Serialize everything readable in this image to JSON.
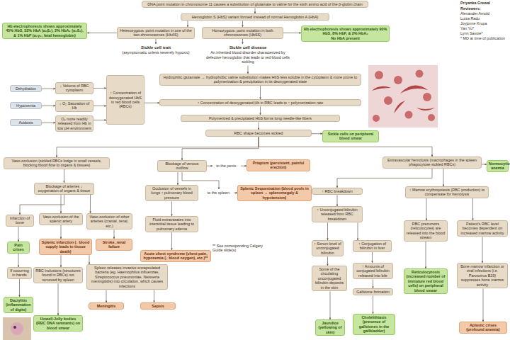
{
  "diagram": {
    "nodes": [
      {
        "text": [
          "DNA point mutation in chromosome 11 causes a substitution of glutamate to valine for the sixth amino acid of the β-globin chain"
        ]
      },
      {
        "text": [
          "Hemoglobin S (HbS) variant formed instead of normal Hemoglobin A (HbA)"
        ]
      },
      {
        "text": [
          "Hb electrophoresis shows approximately 45% HbS, 52% HbA (α₂β₂), 2% HbA₂ (α₂δ₂), & 1% HbF (α₂γ₂; fetal hemoglobin)"
        ]
      },
      {
        "text": [
          "Heterozygous: point mutation in one of the two chromosomes (HbAS)"
        ]
      },
      {
        "text": [
          "Homozygous: point mutation in both chromosomes (HbSS)"
        ]
      },
      {
        "text": [
          "Hb electrophoresis shows approximately 90% HbS, 8% HbF, & 2% HbA₂",
          "No HbA present"
        ]
      },
      {
        "text": [
          "Sickle cell trait",
          "(asymptomatic unless severely hypoxic)"
        ]
      },
      {
        "text": [
          "Sickle cell disease",
          "An inherited blood disorder characterized by defective hemoglobin that leads to red blood cells sickling"
        ]
      },
      {
        "text": [
          "Dehydration"
        ]
      },
      {
        "text": [
          "↓ Volume of RBC cytoplasm"
        ]
      },
      {
        "text": [
          "Hypoxemia"
        ]
      },
      {
        "text": [
          "↓ O₂ Saturation of Hb"
        ]
      },
      {
        "text": [
          "Acidosis"
        ]
      },
      {
        "text": [
          "O₂ more readily released from Hb in low pH environment"
        ]
      },
      {
        "text": [
          "↑ Concentration of deoxygenated HbS in red blood cells (RBCs)"
        ]
      },
      {
        "text": [
          "Hydrophilic glutamate → hydrophobic valine substitution makes HbS less soluble in the cytoplasm & more prone to polymerization & precipitation in its deoxygenated state"
        ]
      },
      {
        "text": [
          "↑ Concentration of deoxygenated Hb in RBC leads to ↑ polymerization rate"
        ]
      },
      {
        "text": [
          "Polymerized & precipitated HbS forms long needle-like fibers"
        ]
      },
      {
        "text": [
          "RBC shape becomes sickled"
        ]
      },
      {
        "text": [
          "Sickle cells on peripheral blood smear"
        ]
      },
      {
        "text": [
          "Vaso-occlusion (sickled RBCs lodge in small vessels, blocking blood flow to organs & tissues)"
        ]
      },
      {
        "text": [
          "Blockage of venous outflow"
        ]
      },
      {
        "text": [
          "to the penis:"
        ]
      },
      {
        "text": [
          "Priapism (persistent, painful erection)"
        ]
      },
      {
        "text": [
          "Extravascular hemolysis (macrophages in the spleen phagocytose sickled RBCs)"
        ]
      },
      {
        "text": [
          "Normocytic anemia"
        ]
      },
      {
        "text": [
          "Blockage of arteries ↓ oxygenation of organs & tissue"
        ]
      },
      {
        "text": [
          "Occlusion of vessels in lungs ↑ pulmonary blood pressure"
        ]
      },
      {
        "text": [
          "to the spleen:"
        ]
      },
      {
        "text": [
          "Splenic Sequestration (blood pools in spleen → splenomegaly & hypotension)"
        ]
      },
      {
        "text": [
          "↑ RBC breakdown"
        ]
      },
      {
        "text": [
          "↑ Marrow erythropoiesis (RBC production) to compensate for hemolysis"
        ]
      },
      {
        "text": [
          "Infarction of bone"
        ]
      },
      {
        "text": [
          "Vaso-occlusion of the splenic artery"
        ]
      },
      {
        "text": [
          "Vaso-occlusion of other arteries (cranial, renal, etc.)"
        ]
      },
      {
        "text": [
          "Fluid extravasates into interstitial tissue leading to pulmonary edema"
        ]
      },
      {
        "text": [
          "↑ Unconjugated bilirubin released from RBC breakdown"
        ]
      },
      {
        "text": [
          "RBC precursors (reticulocytes) are released into the blood stream"
        ]
      },
      {
        "text": [
          "Patient's RBC level becomes dependent on increased marrow activity"
        ]
      },
      {
        "text": [
          "Pain crises"
        ]
      },
      {
        "text": [
          "Splenic infarction (↓ blood supply leads to tissue death)"
        ]
      },
      {
        "text": [
          "Stroke, renal failure"
        ]
      },
      {
        "text": [
          "Acute chest syndrome (chest pain, hypoxemia (↓ blood oxygen), etc.)**"
        ]
      },
      {
        "text": [
          "↑ Serum level of unconjugated bilirubin"
        ]
      },
      {
        "text": [
          "↑ Conjugation of bilirubin in liver"
        ]
      },
      {
        "text": [
          "If occurring in hands"
        ]
      },
      {
        "text": [
          "RBC inclusions (structures found in RBCs) not removed by spleen"
        ]
      },
      {
        "text": [
          "Spleen releases invasive encapsulated bacteria (eg. Haemophilus influenzae, Streptococcus pneumoniae, Neisseria meningitidis) into circulation, which causes infections"
        ]
      },
      {
        "text": [
          "Some of the circulating unconjugated bilirubin deposits in the skin"
        ]
      },
      {
        "text": [
          "↑ Amounts of conjugated bilirubin released into bile"
        ]
      },
      {
        "text": [
          "Reticulocytosis (increased number of immature red blood cells) on peripheral blood smear"
        ]
      },
      {
        "text": [
          "Bone marrow infarction or viral infections (i.e. Parvovirus B19) suppresses bone marrow activity"
        ]
      },
      {
        "text": [
          "Gallstone formation"
        ]
      },
      {
        "text": [
          "Dactylitis (inflammation of digits)"
        ]
      },
      {
        "text": [
          "Meningitis"
        ]
      },
      {
        "text": [
          "Sepsis"
        ]
      },
      {
        "text": [
          "Jaundice (yellowing of skin)"
        ]
      },
      {
        "text": [
          "Cholelithiasis (presence of gallstones in the gallbladder)"
        ]
      },
      {
        "text": [
          "Howell-Jolly bodies (RBC DNA remnants) on blood smear"
        ]
      },
      {
        "text": [
          "Aplastic crises (profound anemia)"
        ]
      }
    ],
    "edges": [
      {
        "from": 0,
        "to": 1,
        "arrow": "to"
      },
      {
        "from": 1,
        "to": 3,
        "arrow": "to"
      },
      {
        "from": 1,
        "to": 4,
        "arrow": "to"
      },
      {
        "from": 3,
        "to": 2,
        "arrow": "to"
      },
      {
        "from": 4,
        "to": 5,
        "arrow": "to"
      },
      {
        "from": 3,
        "to": 6,
        "arrow": "to"
      },
      {
        "from": 4,
        "to": 7,
        "arrow": "to"
      },
      {
        "from": 8,
        "to": 9,
        "arrow": "to"
      },
      {
        "from": 10,
        "to": 11,
        "arrow": "to"
      },
      {
        "from": 12,
        "to": 13,
        "arrow": "to"
      },
      {
        "from": 9,
        "to": 14,
        "arrow": "to"
      },
      {
        "from": 11,
        "to": 14,
        "arrow": "to"
      },
      {
        "from": 13,
        "to": 14,
        "arrow": "to"
      },
      {
        "from": 14,
        "to": 16,
        "arrow": "to"
      },
      {
        "from": 7,
        "to": 15,
        "arrow": "to"
      },
      {
        "from": 15,
        "to": 16,
        "arrow": "to"
      },
      {
        "from": 16,
        "to": 17,
        "arrow": "to"
      },
      {
        "from": 17,
        "to": 18,
        "arrow": "to"
      },
      {
        "from": 18,
        "to": 19,
        "arrow": "to"
      },
      {
        "from": 18,
        "to": 20,
        "arrow": "to"
      },
      {
        "from": 18,
        "to": 21,
        "arrow": "to"
      },
      {
        "from": 18,
        "to": 24,
        "arrow": "to"
      },
      {
        "from": 21,
        "to": 22,
        "arrow": "to"
      },
      {
        "from": 22,
        "to": 23,
        "arrow": "to"
      },
      {
        "from": 21,
        "to": 27,
        "arrow": "to"
      },
      {
        "from": 21,
        "to": 28,
        "arrow": "to"
      },
      {
        "from": 28,
        "to": 29,
        "arrow": "to"
      },
      {
        "from": 27,
        "to": 35,
        "arrow": "to"
      },
      {
        "from": 35,
        "to": 42,
        "arrow": "to"
      },
      {
        "from": 20,
        "to": 26,
        "arrow": "to"
      },
      {
        "from": 26,
        "to": 32,
        "arrow": "to"
      },
      {
        "from": 26,
        "to": 33,
        "arrow": "to"
      },
      {
        "from": 26,
        "to": 34,
        "arrow": "to"
      },
      {
        "from": 32,
        "to": 39,
        "arrow": "to"
      },
      {
        "from": 39,
        "to": 45,
        "arrow": "to"
      },
      {
        "from": 45,
        "to": 53,
        "arrow": "to"
      },
      {
        "from": 33,
        "to": 40,
        "arrow": "to"
      },
      {
        "from": 40,
        "to": 46,
        "arrow": "to"
      },
      {
        "from": 46,
        "to": 58,
        "arrow": "to"
      },
      {
        "from": 40,
        "to": 47,
        "arrow": "to"
      },
      {
        "from": 47,
        "to": 54,
        "arrow": "to"
      },
      {
        "from": 47,
        "to": 55,
        "arrow": "to"
      },
      {
        "from": 34,
        "to": 41,
        "arrow": "to"
      },
      {
        "from": 24,
        "to": 25,
        "arrow": "to"
      },
      {
        "from": 24,
        "to": 30,
        "arrow": "to"
      },
      {
        "from": 24,
        "to": 31,
        "arrow": "to"
      },
      {
        "from": 30,
        "to": 36,
        "arrow": "to"
      },
      {
        "from": 36,
        "to": 43,
        "arrow": "to"
      },
      {
        "from": 36,
        "to": 44,
        "arrow": "to"
      },
      {
        "from": 43,
        "to": 48,
        "arrow": "to"
      },
      {
        "from": 48,
        "to": 56,
        "arrow": "to"
      },
      {
        "from": 44,
        "to": 49,
        "arrow": "to"
      },
      {
        "from": 49,
        "to": 52,
        "arrow": "to"
      },
      {
        "from": 52,
        "to": 57,
        "arrow": "to"
      },
      {
        "from": 31,
        "to": 37,
        "arrow": "to"
      },
      {
        "from": 37,
        "to": 50,
        "arrow": "to"
      },
      {
        "from": 31,
        "to": 38,
        "arrow": "to"
      },
      {
        "from": 38,
        "to": 51,
        "arrow": "to"
      },
      {
        "from": 51,
        "to": 59,
        "arrow": "to"
      }
    ],
    "labels": [
      "Priyanka Grewal",
      "Reviewers:",
      "Alexander Arnold",
      "Luiza Radu",
      "Joyjonne Krupa",
      "Yan Yu*",
      "Lynn Savoie*",
      "* MD at time of publication",
      "** See corresponding Calgary Guide slide(s)"
    ]
  }
}
